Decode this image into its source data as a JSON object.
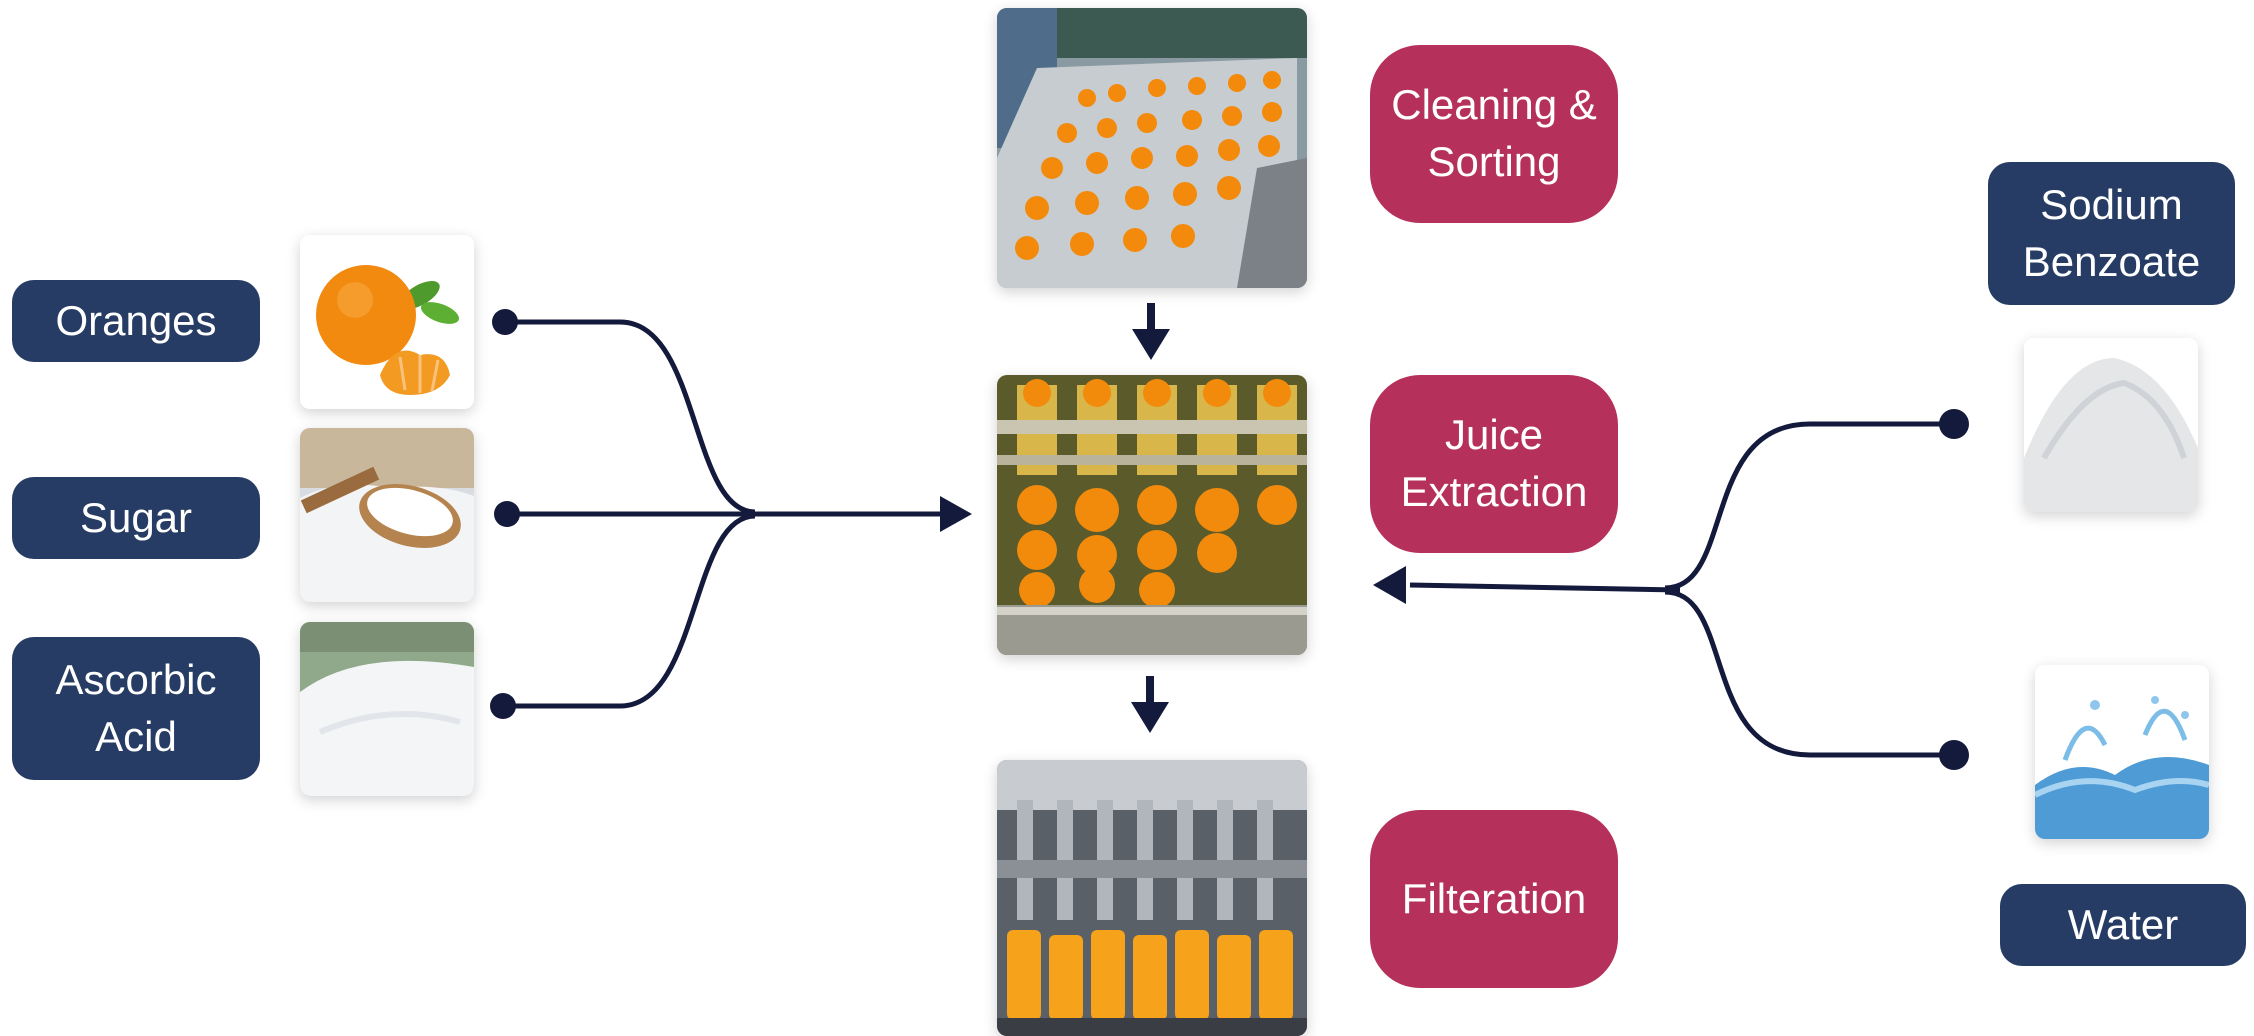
{
  "inputs_left": [
    {
      "label": "Oranges",
      "image": "oranges-photo"
    },
    {
      "label": "Sugar",
      "image": "sugar-spoon-photo"
    },
    {
      "label": "Ascorbic\nAcid",
      "image": "white-powder-photo"
    }
  ],
  "inputs_right": [
    {
      "label": "Sodium\nBenzoate",
      "image": "powder-pile-photo"
    },
    {
      "label": "Water",
      "image": "water-splash-photo"
    }
  ],
  "process_steps": [
    {
      "label": "Cleaning &\nSorting",
      "image": "conveyor-oranges-photo"
    },
    {
      "label": "Juice\nExtraction",
      "image": "extractor-machine-photo"
    },
    {
      "label": "Filteration",
      "image": "bottling-line-photo"
    }
  ],
  "colors": {
    "navy": "#263c64",
    "crimson": "#b5305a",
    "connector": "#141a3c"
  }
}
